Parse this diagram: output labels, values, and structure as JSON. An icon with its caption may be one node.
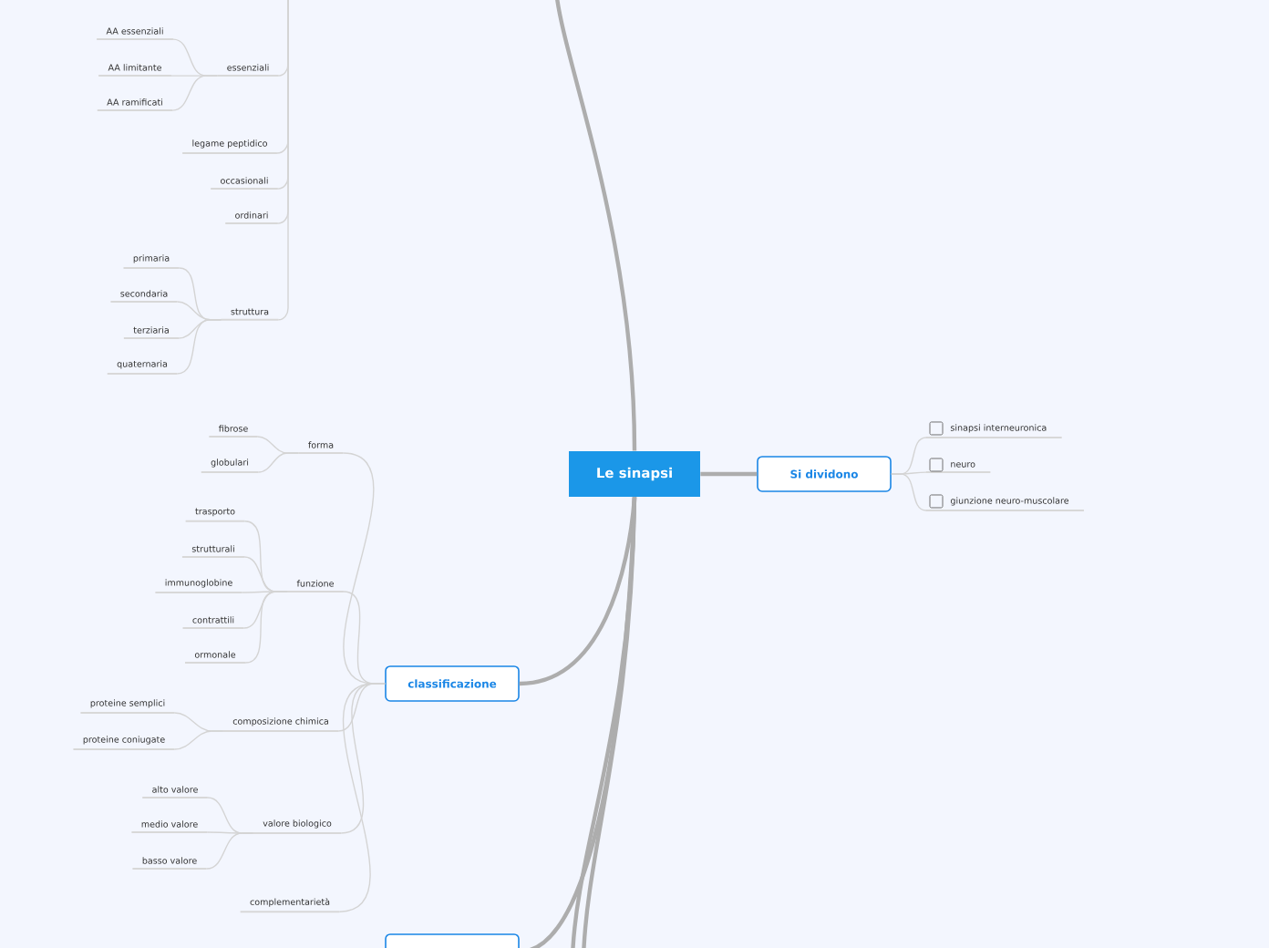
{
  "diagram": {
    "nodes": [
      {
        "text": [
          "Le sinapsi"
        ]
      },
      {
        "text": [
          "Si dividono"
        ]
      },
      {
        "text": [
          "sinapsi interneuronica"
        ]
      },
      {
        "text": [
          "neuro"
        ]
      },
      {
        "text": [
          "giunzione neuro-muscolare"
        ]
      },
      {
        "text": [
          "classificazione"
        ]
      },
      {
        "text": [
          "forma"
        ]
      },
      {
        "text": [
          "fibrose"
        ]
      },
      {
        "text": [
          "globulari"
        ]
      },
      {
        "text": [
          "funzione"
        ]
      },
      {
        "text": [
          "trasporto"
        ]
      },
      {
        "text": [
          "strutturali"
        ]
      },
      {
        "text": [
          "immunoglobine"
        ]
      },
      {
        "text": [
          "contrattili"
        ]
      },
      {
        "text": [
          "ormonale"
        ]
      },
      {
        "text": [
          "composizione chimica"
        ]
      },
      {
        "text": [
          "proteine semplici"
        ]
      },
      {
        "text": [
          "proteine coniugate"
        ]
      },
      {
        "text": [
          "valore biologico"
        ]
      },
      {
        "text": [
          "alto valore"
        ]
      },
      {
        "text": [
          "medio valore"
        ]
      },
      {
        "text": [
          "basso valore"
        ]
      },
      {
        "text": [
          "complementarietà"
        ]
      },
      {
        "text": [],
        "shape": "box"
      },
      {
        "text": [
          "essenziali"
        ]
      },
      {
        "text": [
          "AA essenziali"
        ]
      },
      {
        "text": [
          "AA limitante"
        ]
      },
      {
        "text": [
          "AA ramificati"
        ]
      },
      {
        "text": [
          "legame peptidico"
        ]
      },
      {
        "text": [
          "occasionali"
        ]
      },
      {
        "text": [
          "ordinari"
        ]
      },
      {
        "text": [
          "struttura"
        ]
      },
      {
        "text": [
          "primaria"
        ]
      },
      {
        "text": [
          "secondaria"
        ]
      },
      {
        "text": [
          "terziaria"
        ]
      },
      {
        "text": [
          "quaternaria"
        ]
      }
    ],
    "edges": [
      {
        "from": 0,
        "to": null,
        "arrow": "none",
        "style": "thick"
      },
      {
        "from": 0,
        "to": 1,
        "arrow": "none",
        "style": "thick"
      },
      {
        "from": 1,
        "to": 2,
        "arrow": "none"
      },
      {
        "from": 1,
        "to": 3,
        "arrow": "none"
      },
      {
        "from": 1,
        "to": 4,
        "arrow": "none"
      },
      {
        "from": 0,
        "to": 5,
        "arrow": "none",
        "style": "thick"
      },
      {
        "from": 5,
        "to": 6,
        "arrow": "none"
      },
      {
        "from": 6,
        "to": 7,
        "arrow": "none"
      },
      {
        "from": 6,
        "to": 8,
        "arrow": "none"
      },
      {
        "from": 5,
        "to": 9,
        "arrow": "none"
      },
      {
        "from": 9,
        "to": 10,
        "arrow": "none"
      },
      {
        "from": 9,
        "to": 11,
        "arrow": "none"
      },
      {
        "from": 9,
        "to": 12,
        "arrow": "none"
      },
      {
        "from": 9,
        "to": 13,
        "arrow": "none"
      },
      {
        "from": 9,
        "to": 14,
        "arrow": "none"
      },
      {
        "from": 5,
        "to": 15,
        "arrow": "none"
      },
      {
        "from": 15,
        "to": 16,
        "arrow": "none"
      },
      {
        "from": 15,
        "to": 17,
        "arrow": "none"
      },
      {
        "from": 5,
        "to": 18,
        "arrow": "none"
      },
      {
        "from": 18,
        "to": 19,
        "arrow": "none"
      },
      {
        "from": 18,
        "to": 20,
        "arrow": "none"
      },
      {
        "from": 18,
        "to": 21,
        "arrow": "none"
      },
      {
        "from": 5,
        "to": 22,
        "arrow": "none"
      },
      {
        "from": 0,
        "to": 23,
        "arrow": "none",
        "style": "thick"
      },
      {
        "from": 0,
        "to": null,
        "arrow": "none",
        "style": "thick"
      },
      {
        "from": 0,
        "to": null,
        "arrow": "none",
        "style": "thick"
      },
      {
        "from": null,
        "to": 24,
        "arrow": "none"
      },
      {
        "from": 24,
        "to": 25,
        "arrow": "none"
      },
      {
        "from": 24,
        "to": 26,
        "arrow": "none"
      },
      {
        "from": 24,
        "to": 27,
        "arrow": "none"
      },
      {
        "from": null,
        "to": 28,
        "arrow": "none"
      },
      {
        "from": null,
        "to": 29,
        "arrow": "none"
      },
      {
        "from": null,
        "to": 30,
        "arrow": "none"
      },
      {
        "from": null,
        "to": 31,
        "arrow": "none"
      },
      {
        "from": 31,
        "to": 32,
        "arrow": "none"
      },
      {
        "from": 31,
        "to": 33,
        "arrow": "none"
      },
      {
        "from": 31,
        "to": 34,
        "arrow": "none"
      },
      {
        "from": 31,
        "to": 35,
        "arrow": "none"
      }
    ]
  }
}
